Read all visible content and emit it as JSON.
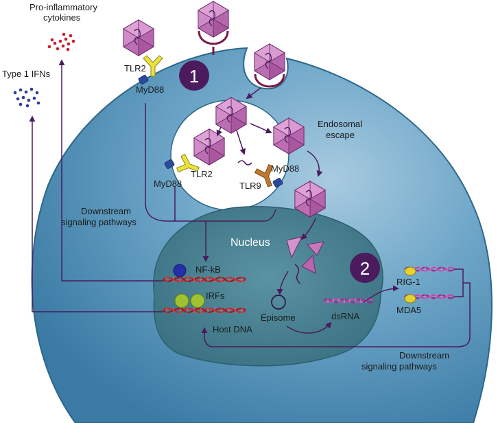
{
  "labels": {
    "pro_inflammatory_line1": "Pro-inflammatory",
    "pro_inflammatory_line2": "cytokines",
    "type1_ifns": "Type 1 IFNs",
    "tlr2_top": "TLR2",
    "myd88_top": "MyD88",
    "endosomal_line1": "Endosomal",
    "endosomal_line2": "escape",
    "tlr2_endosome": "TLR2",
    "tlr9": "TLR9",
    "myd88_endosome_left": "MyD88",
    "myd88_endosome_right": "MyD88",
    "downstream_left_line1": "Downstream",
    "downstream_left_line2": "signaling pathways",
    "nucleus": "Nucleus",
    "nfkb": "NF-kB",
    "irfs": "IRFs",
    "host_dna": "Host DNA",
    "episome": "Episome",
    "dsrna": "dsRNA",
    "rig1": "RIG-1",
    "mda5": "MDA5",
    "downstream_right_line1": "Downstream",
    "downstream_right_line2": "signaling pathways"
  },
  "badges": {
    "step1": "1",
    "step2": "2"
  },
  "colors": {
    "cell": "#4f8fb8",
    "nucleus": "#3d7a8c",
    "arrow": "#4a1a5c",
    "capsid": "#c17ab8",
    "tlr2": "#e8e233",
    "tlr9": "#b8712e",
    "myd88": "#2a4a9a",
    "dna_red": "#c8282e",
    "dna_purple": "#8a2a8a",
    "cytokine_red": "#cc1f2a",
    "ifn_blue": "#2b3ea0"
  }
}
